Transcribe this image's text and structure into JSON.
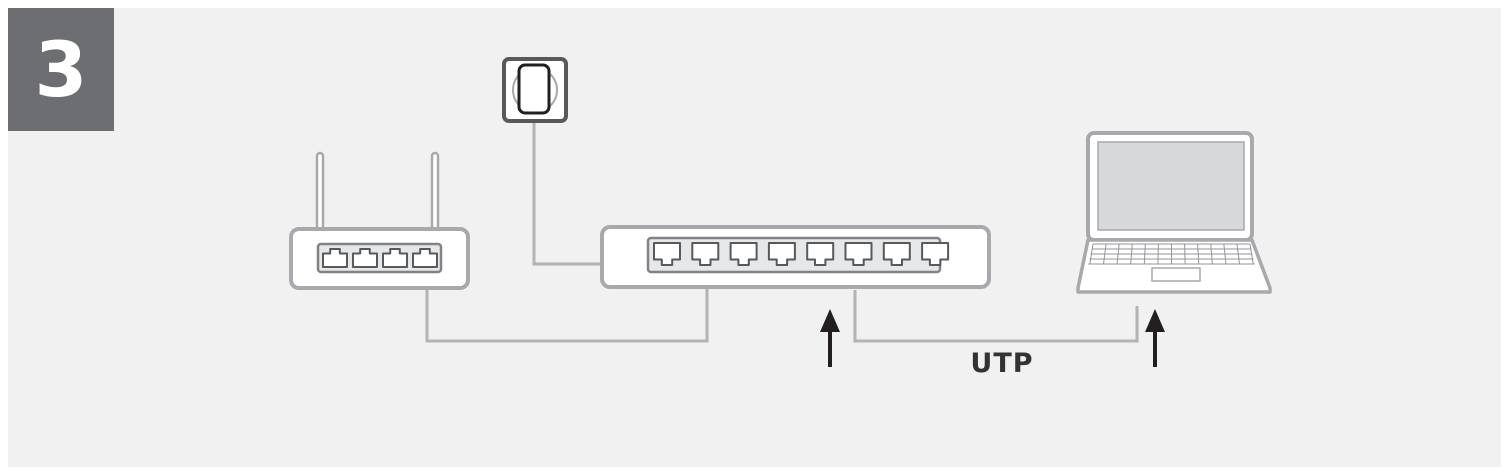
{
  "step": {
    "number": "3"
  },
  "cable": {
    "label": "UTP"
  },
  "colors": {
    "background": "#f1f1f2",
    "badge": "#6d6e71",
    "device_stroke": "#a7a9ac",
    "cable": "#b3b3b3",
    "arrow": "#231f20",
    "label": "#333333"
  },
  "devices": {
    "router": {
      "icon": "wireless-router-icon",
      "port_count": 4
    },
    "power_outlet": {
      "icon": "power-outlet-icon"
    },
    "switch": {
      "icon": "network-switch-icon",
      "port_count": 8
    },
    "laptop": {
      "icon": "laptop-icon"
    }
  },
  "arrows": [
    {
      "icon": "up-arrow-icon",
      "points_to": "switch"
    },
    {
      "icon": "up-arrow-icon",
      "points_to": "laptop"
    }
  ]
}
